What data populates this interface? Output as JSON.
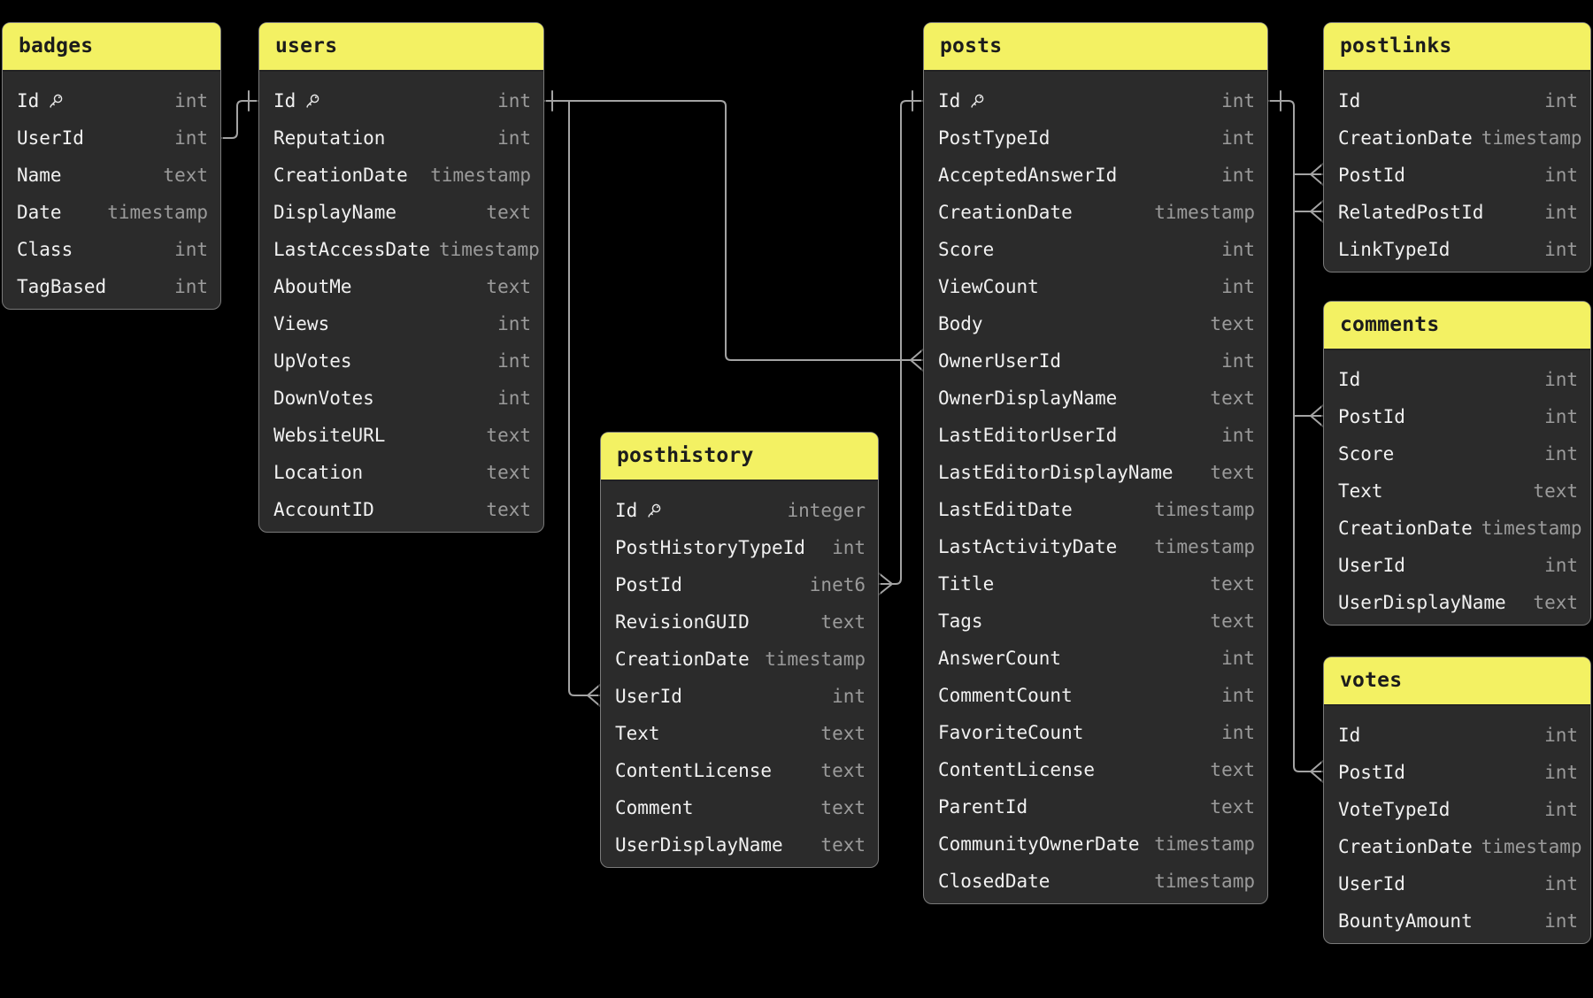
{
  "diagram": {
    "title": "database schema diagram",
    "colors": {
      "background": "#000000",
      "card_body": "#2b2b2b",
      "card_border": "#7a7a7a",
      "header_background": "#f3f163",
      "header_text": "#1c1c1c",
      "field_text": "#f1f1f1",
      "type_text": "#9b9b9b",
      "relationship_line": "#a3a3a3"
    }
  },
  "tables": [
    {
      "name": "badges",
      "fields": [
        {
          "name": "Id",
          "type": "int",
          "key": true
        },
        {
          "name": "UserId",
          "type": "int",
          "key": false
        },
        {
          "name": "Name",
          "type": "text",
          "key": false
        },
        {
          "name": "Date",
          "type": "timestamp",
          "key": false
        },
        {
          "name": "Class",
          "type": "int",
          "key": false
        },
        {
          "name": "TagBased",
          "type": "int",
          "key": false
        }
      ]
    },
    {
      "name": "users",
      "fields": [
        {
          "name": "Id",
          "type": "int",
          "key": true
        },
        {
          "name": "Reputation",
          "type": "int",
          "key": false
        },
        {
          "name": "CreationDate",
          "type": "timestamp",
          "key": false
        },
        {
          "name": "DisplayName",
          "type": "text",
          "key": false
        },
        {
          "name": "LastAccessDate",
          "type": "timestamp",
          "key": false
        },
        {
          "name": "AboutMe",
          "type": "text",
          "key": false
        },
        {
          "name": "Views",
          "type": "int",
          "key": false
        },
        {
          "name": "UpVotes",
          "type": "int",
          "key": false
        },
        {
          "name": "DownVotes",
          "type": "int",
          "key": false
        },
        {
          "name": "WebsiteURL",
          "type": "text",
          "key": false
        },
        {
          "name": "Location",
          "type": "text",
          "key": false
        },
        {
          "name": "AccountID",
          "type": "text",
          "key": false
        }
      ]
    },
    {
      "name": "posthistory",
      "fields": [
        {
          "name": "Id",
          "type": "integer",
          "key": true
        },
        {
          "name": "PostHistoryTypeId",
          "type": "int",
          "key": false
        },
        {
          "name": "PostId",
          "type": "inet6",
          "key": false
        },
        {
          "name": "RevisionGUID",
          "type": "text",
          "key": false
        },
        {
          "name": "CreationDate",
          "type": "timestamp",
          "key": false
        },
        {
          "name": "UserId",
          "type": "int",
          "key": false
        },
        {
          "name": "Text",
          "type": "text",
          "key": false
        },
        {
          "name": "ContentLicense",
          "type": "text",
          "key": false
        },
        {
          "name": "Comment",
          "type": "text",
          "key": false
        },
        {
          "name": "UserDisplayName",
          "type": "text",
          "key": false
        }
      ]
    },
    {
      "name": "posts",
      "fields": [
        {
          "name": "Id",
          "type": "int",
          "key": true
        },
        {
          "name": "PostTypeId",
          "type": "int",
          "key": false
        },
        {
          "name": "AcceptedAnswerId",
          "type": "int",
          "key": false
        },
        {
          "name": "CreationDate",
          "type": "timestamp",
          "key": false
        },
        {
          "name": "Score",
          "type": "int",
          "key": false
        },
        {
          "name": "ViewCount",
          "type": "int",
          "key": false
        },
        {
          "name": "Body",
          "type": "text",
          "key": false
        },
        {
          "name": "OwnerUserId",
          "type": "int",
          "key": false
        },
        {
          "name": "OwnerDisplayName",
          "type": "text",
          "key": false
        },
        {
          "name": "LastEditorUserId",
          "type": "int",
          "key": false
        },
        {
          "name": "LastEditorDisplayName",
          "type": "text",
          "key": false
        },
        {
          "name": "LastEditDate",
          "type": "timestamp",
          "key": false
        },
        {
          "name": "LastActivityDate",
          "type": "timestamp",
          "key": false
        },
        {
          "name": "Title",
          "type": "text",
          "key": false
        },
        {
          "name": "Tags",
          "type": "text",
          "key": false
        },
        {
          "name": "AnswerCount",
          "type": "int",
          "key": false
        },
        {
          "name": "CommentCount",
          "type": "int",
          "key": false
        },
        {
          "name": "FavoriteCount",
          "type": "int",
          "key": false
        },
        {
          "name": "ContentLicense",
          "type": "text",
          "key": false
        },
        {
          "name": "ParentId",
          "type": "text",
          "key": false
        },
        {
          "name": "CommunityOwnerDate",
          "type": "timestamp",
          "key": false
        },
        {
          "name": "ClosedDate",
          "type": "timestamp",
          "key": false
        }
      ]
    },
    {
      "name": "postlinks",
      "fields": [
        {
          "name": "Id",
          "type": "int",
          "key": false
        },
        {
          "name": "CreationDate",
          "type": "timestamp",
          "key": false
        },
        {
          "name": "PostId",
          "type": "int",
          "key": false
        },
        {
          "name": "RelatedPostId",
          "type": "int",
          "key": false
        },
        {
          "name": "LinkTypeId",
          "type": "int",
          "key": false
        }
      ]
    },
    {
      "name": "comments",
      "fields": [
        {
          "name": "Id",
          "type": "int",
          "key": false
        },
        {
          "name": "PostId",
          "type": "int",
          "key": false
        },
        {
          "name": "Score",
          "type": "int",
          "key": false
        },
        {
          "name": "Text",
          "type": "text",
          "key": false
        },
        {
          "name": "CreationDate",
          "type": "timestamp",
          "key": false
        },
        {
          "name": "UserId",
          "type": "int",
          "key": false
        },
        {
          "name": "UserDisplayName",
          "type": "text",
          "key": false
        }
      ]
    },
    {
      "name": "votes",
      "fields": [
        {
          "name": "Id",
          "type": "int",
          "key": false
        },
        {
          "name": "PostId",
          "type": "int",
          "key": false
        },
        {
          "name": "VoteTypeId",
          "type": "int",
          "key": false
        },
        {
          "name": "CreationDate",
          "type": "timestamp",
          "key": false
        },
        {
          "name": "UserId",
          "type": "int",
          "key": false
        },
        {
          "name": "BountyAmount",
          "type": "int",
          "key": false
        }
      ]
    }
  ],
  "relationships": [
    {
      "from": "badges.UserId",
      "to": "users.Id",
      "from_cardinality": "many",
      "to_cardinality": "one"
    },
    {
      "from": "posthistory.UserId",
      "to": "users.Id",
      "from_cardinality": "many",
      "to_cardinality": "one"
    },
    {
      "from": "posts.OwnerUserId",
      "to": "users.Id",
      "from_cardinality": "many",
      "to_cardinality": "one"
    },
    {
      "from": "posthistory.PostId",
      "to": "posts.Id",
      "from_cardinality": "many",
      "to_cardinality": "one"
    },
    {
      "from": "postlinks.PostId",
      "to": "posts.Id",
      "from_cardinality": "many",
      "to_cardinality": "one"
    },
    {
      "from": "postlinks.RelatedPostId",
      "to": "posts.Id",
      "from_cardinality": "many",
      "to_cardinality": "one"
    },
    {
      "from": "comments.PostId",
      "to": "posts.Id",
      "from_cardinality": "many",
      "to_cardinality": "one"
    },
    {
      "from": "votes.PostId",
      "to": "posts.Id",
      "from_cardinality": "many",
      "to_cardinality": "one"
    }
  ]
}
